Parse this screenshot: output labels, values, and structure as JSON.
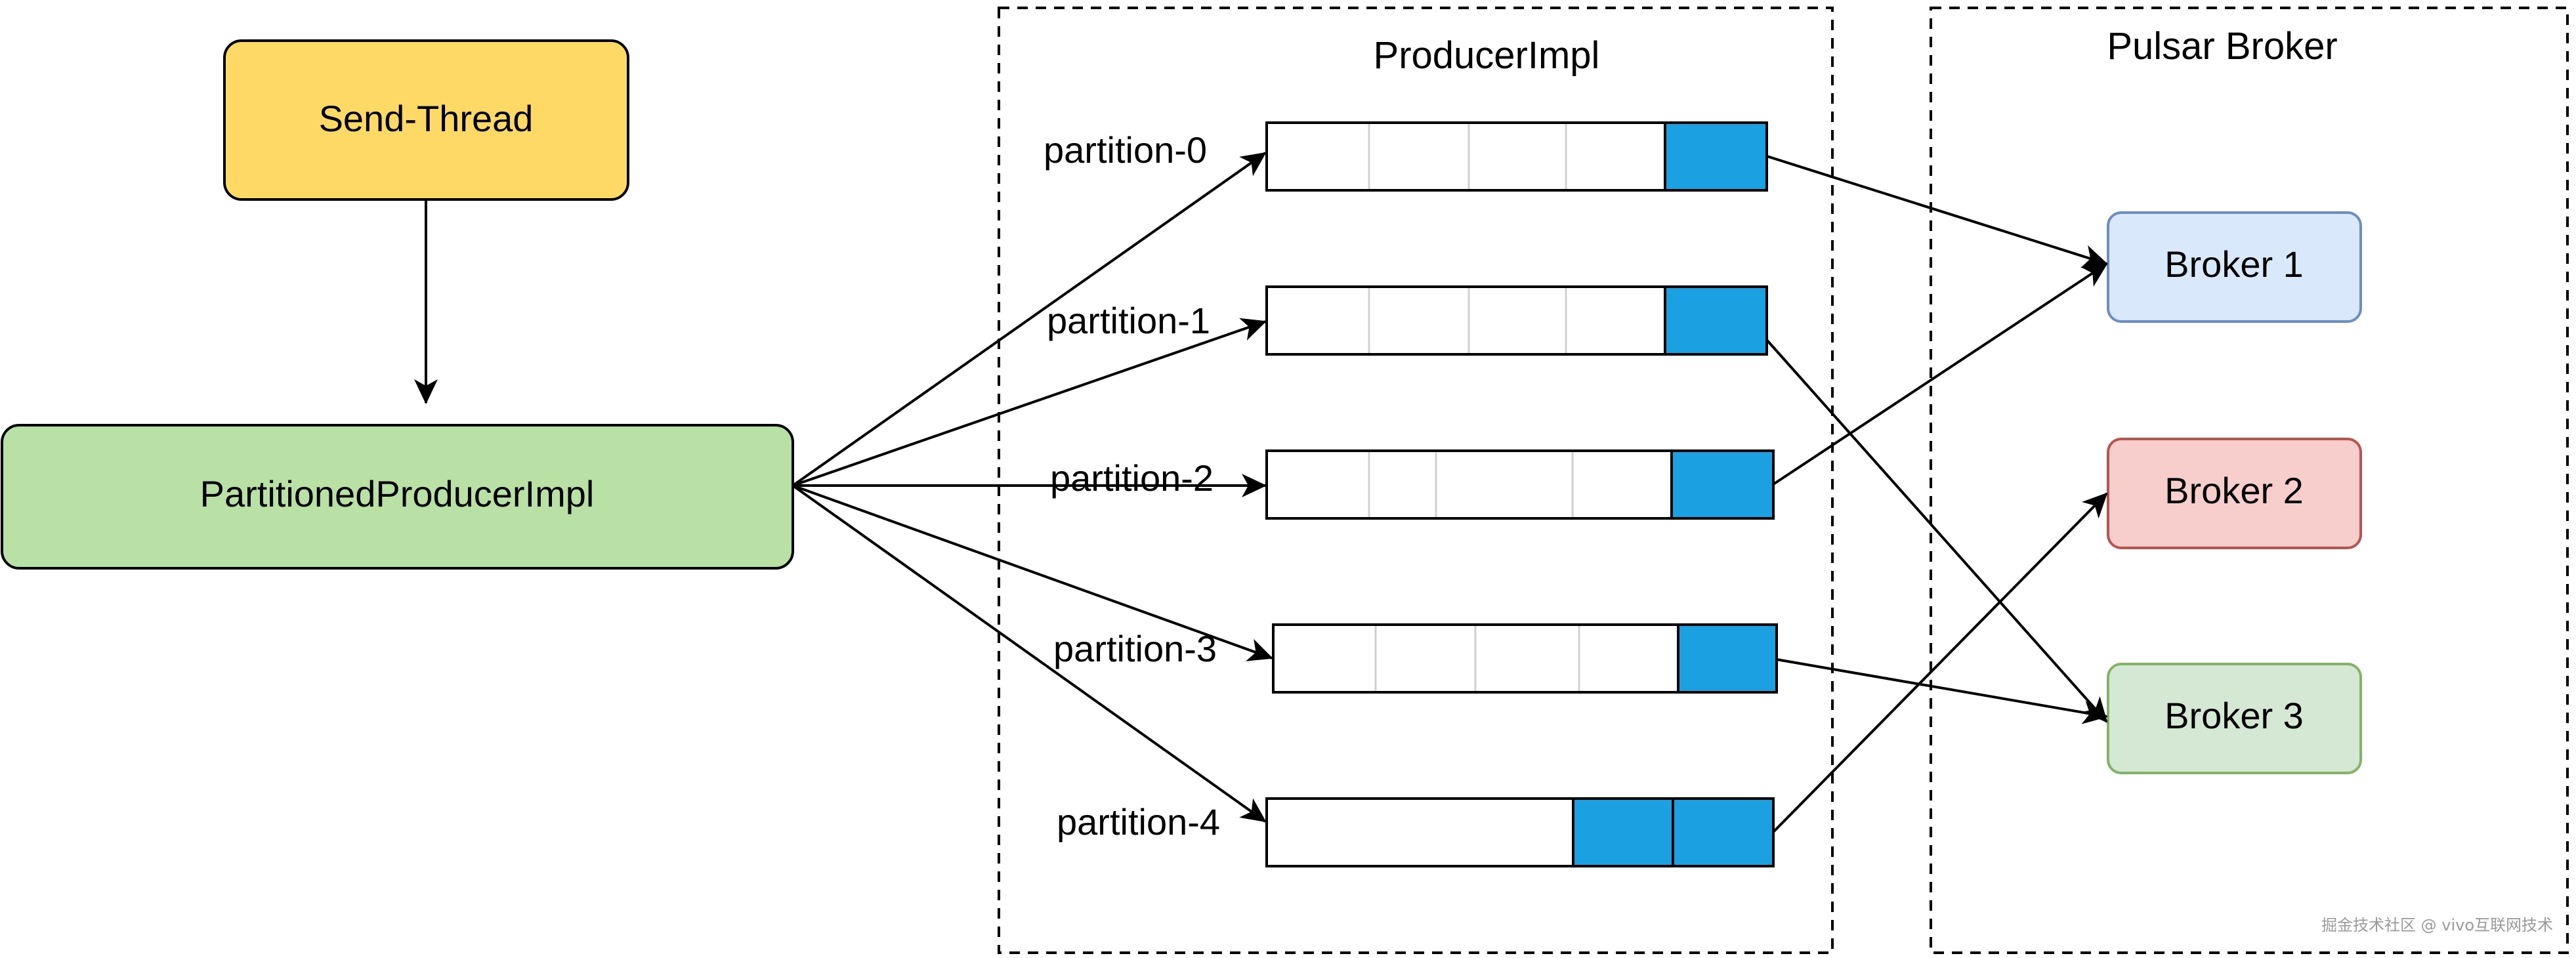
{
  "colors": {
    "send_thread_fill": "#FFD966",
    "partitioned_fill": "#B9E0A5",
    "broker1_fill": "#DAE8FC",
    "broker1_stroke": "#6C8EBF",
    "broker2_fill": "#F8CECC",
    "broker2_stroke": "#B85450",
    "broker3_fill": "#D5E8D4",
    "broker3_stroke": "#82B366",
    "message_block": "#1BA1E2"
  },
  "nodes": {
    "send_thread": "Send-Thread",
    "partitioned_producer": "PartitionedProducerImpl"
  },
  "groups": {
    "producer_impl": "ProducerImpl",
    "pulsar_broker": "Pulsar Broker"
  },
  "partitions": [
    {
      "label": "partition-0",
      "filled_slots": 1
    },
    {
      "label": "partition-1",
      "filled_slots": 1
    },
    {
      "label": "partition-2",
      "filled_slots": 1
    },
    {
      "label": "partition-3",
      "filled_slots": 1
    },
    {
      "label": "partition-4",
      "filled_slots": 2
    }
  ],
  "brokers": [
    "Broker 1",
    "Broker 2",
    "Broker 3"
  ],
  "routes": [
    {
      "from": "partition-0",
      "to": "Broker 1"
    },
    {
      "from": "partition-1",
      "to": "Broker 3"
    },
    {
      "from": "partition-2",
      "to": "Broker 1"
    },
    {
      "from": "partition-3",
      "to": "Broker 3"
    },
    {
      "from": "partition-4",
      "to": "Broker 2"
    }
  ],
  "watermark": "掘金技术社区 @ vivo互联网技术"
}
